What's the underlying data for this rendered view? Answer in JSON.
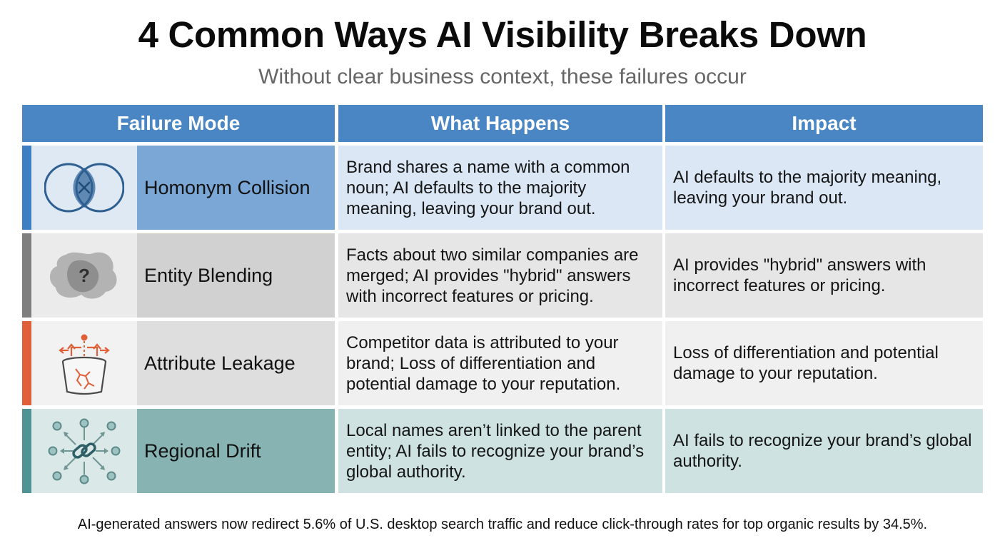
{
  "title": "4 Common Ways AI Visibility Breaks Down",
  "subtitle": "Without clear business context, these failures occur",
  "columns": {
    "failure_mode": "Failure Mode",
    "what_happens": "What Happens",
    "impact": "Impact"
  },
  "colors": {
    "header_bg": "#4a86c4",
    "homonym_accent": "#3d7fc2",
    "entity_accent": "#7f7f7f",
    "attribute_accent": "#e0603a",
    "regional_accent": "#4f9494"
  },
  "rows": [
    {
      "icon": "overlapping-circles-x-icon",
      "name": "Homonym Collision",
      "what_happens": "Brand shares a name with a common noun; AI defaults to the majority meaning, leaving your brand out.",
      "impact": "AI defaults to the majority meaning, leaving your brand out."
    },
    {
      "icon": "blurred-blob-question-icon",
      "name": "Entity Blending",
      "what_happens": "Facts about two similar companies are merged; AI provides \"hybrid\" answers with incorrect features or pricing.",
      "impact": "AI provides \"hybrid\" answers with incorrect features or pricing."
    },
    {
      "icon": "leaking-bucket-icon",
      "name": "Attribute Leakage",
      "what_happens": "Competitor data is attributed to your brand; Loss of differentiation and potential damage to your reputation.",
      "impact": "Loss of differentiation and potential damage to your reputation."
    },
    {
      "icon": "broken-link-network-icon",
      "name": "Regional Drift",
      "what_happens": "Local names aren’t linked to the parent entity; AI fails to recognize your brand’s global authority.",
      "impact": "AI fails to recognize your brand’s global authority."
    }
  ],
  "footnote": "AI-generated answers now redirect 5.6% of U.S. desktop search traffic and reduce click-through rates for top organic results by 34.5%."
}
